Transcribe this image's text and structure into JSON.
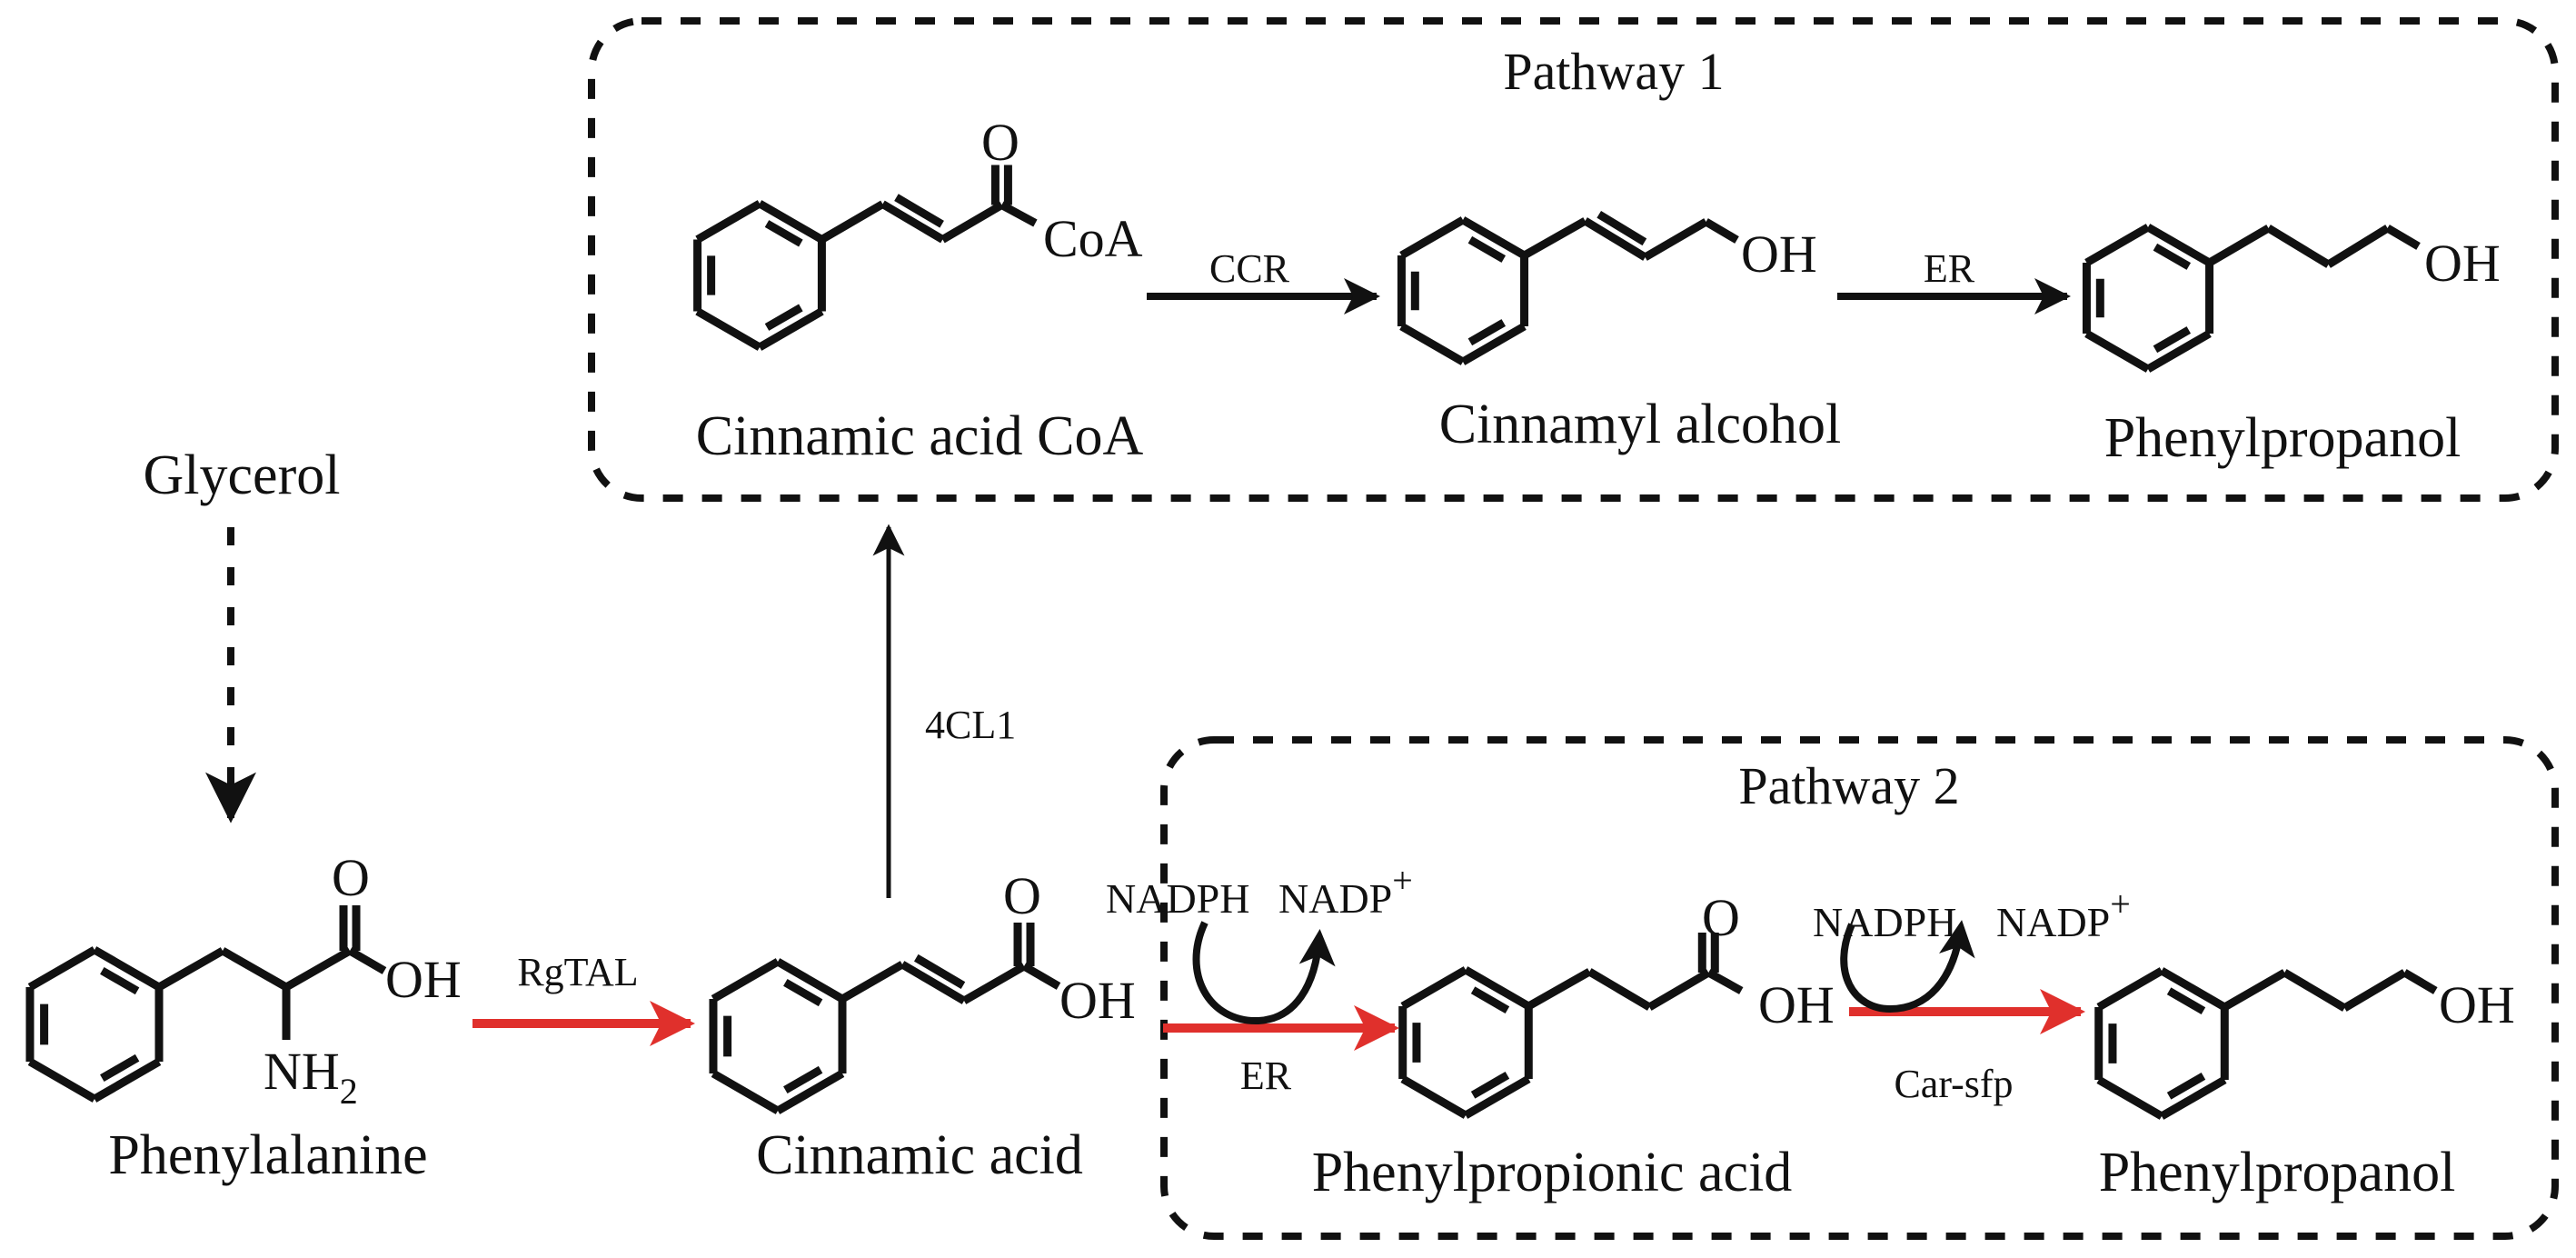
{
  "colors": {
    "pathway_title": "#6f2a63",
    "engineered_step": "#e0302c",
    "default": "#111111"
  },
  "pathway1": {
    "title": "Pathway 1",
    "compounds": {
      "cinnamoyl_coa": {
        "name": "Cinnamic acid CoA",
        "atom_o": "O",
        "atom_coa": "CoA"
      },
      "cinnamyl_alcohol": {
        "name": "Cinnamyl alcohol",
        "atom_oh": "OH"
      },
      "phenylpropanol": {
        "name": "Phenylpropanol",
        "atom_oh": "OH"
      }
    },
    "steps": [
      {
        "enzyme": "CCR",
        "from": "Cinnamic acid CoA",
        "to": "Cinnamyl alcohol",
        "style": "black"
      },
      {
        "enzyme": "ER",
        "from": "Cinnamyl alcohol",
        "to": "Phenylpropanol",
        "style": "black"
      }
    ]
  },
  "pathway2": {
    "title": "Pathway 2",
    "compounds": {
      "phenylpropionic_acid": {
        "name": "Phenylpropionic acid",
        "atom_o": "O",
        "atom_oh": "OH"
      },
      "phenylpropanol": {
        "name": "Phenylpropanol",
        "atom_oh": "OH"
      }
    },
    "steps": [
      {
        "enzyme": "ER",
        "from": "Cinnamic acid",
        "to": "Phenylpropionic acid",
        "style": "red",
        "cofactor_in": "NADPH",
        "cofactor_out": "NADP",
        "cofactor_out_charge": "+"
      },
      {
        "enzyme": "Car-sfp",
        "from": "Phenylpropionic acid",
        "to": "Phenylpropanol",
        "style": "red",
        "cofactor_in": "NADPH",
        "cofactor_out": "NADP",
        "cofactor_out_charge": "+"
      }
    ]
  },
  "main": {
    "source": "Glycerol",
    "compounds": {
      "phenylalanine": {
        "name": "Phenylalanine",
        "atom_o": "O",
        "atom_oh": "OH",
        "atom_n": "NH",
        "atom_n_sub": "2"
      },
      "cinnamic_acid": {
        "name": "Cinnamic acid",
        "atom_o": "O",
        "atom_oh": "OH"
      }
    },
    "steps": [
      {
        "enzyme": "",
        "from": "Glycerol",
        "to": "Phenylalanine",
        "style": "dashed"
      },
      {
        "enzyme": "RgTAL",
        "from": "Phenylalanine",
        "to": "Cinnamic acid",
        "style": "red"
      },
      {
        "enzyme": "4CL1",
        "from": "Cinnamic acid",
        "to": "Cinnamic acid CoA",
        "style": "black"
      }
    ]
  }
}
